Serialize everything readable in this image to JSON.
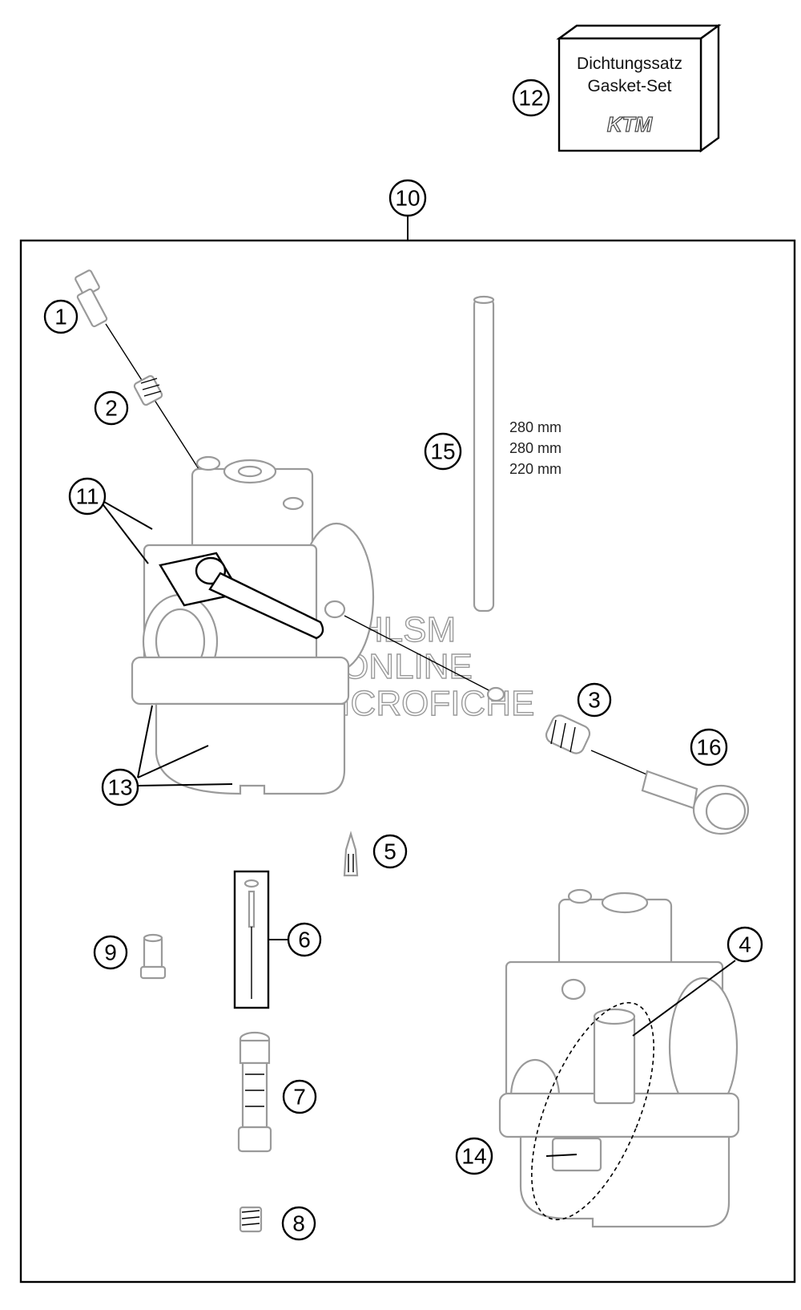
{
  "gasket_box": {
    "line1": "Dichtungssatz",
    "line2": "Gasket-Set",
    "logo": "KTM"
  },
  "needle_lengths": [
    "280 mm",
    "280 mm",
    "220 mm"
  ],
  "watermark": [
    "HLSM",
    "ONLINE",
    "MICROFICHE"
  ],
  "callouts": {
    "c1": "1",
    "c2": "2",
    "c3": "3",
    "c4": "4",
    "c5": "5",
    "c6": "6",
    "c7": "7",
    "c8": "8",
    "c9": "9",
    "c10": "10",
    "c11": "11",
    "c12": "12",
    "c13": "13",
    "c14": "14",
    "c15": "15",
    "c16": "16"
  }
}
